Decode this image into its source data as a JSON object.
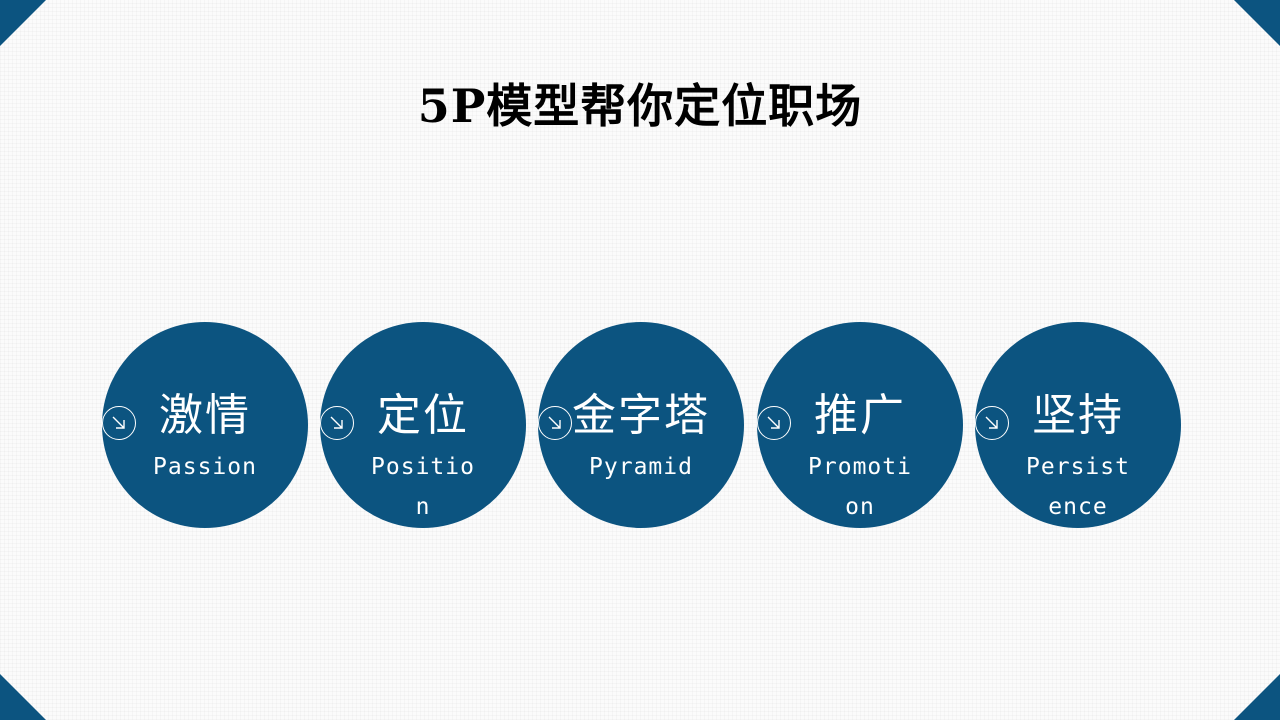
{
  "slide": {
    "title": "5P模型帮你定位职场",
    "items": [
      {
        "cn": "激情",
        "en": "Passion"
      },
      {
        "cn": "定位",
        "en": "Position"
      },
      {
        "cn": "金字塔",
        "en": "Pyramid"
      },
      {
        "cn": "推广",
        "en": "Promotion"
      },
      {
        "cn": "坚持",
        "en": "Persistence"
      }
    ]
  },
  "colors": {
    "accent": "#0c5480",
    "background": "#fbfbfb",
    "text_on_accent": "#ffffff"
  },
  "icons": {
    "circle_marker": "arrow-down-right-icon"
  }
}
